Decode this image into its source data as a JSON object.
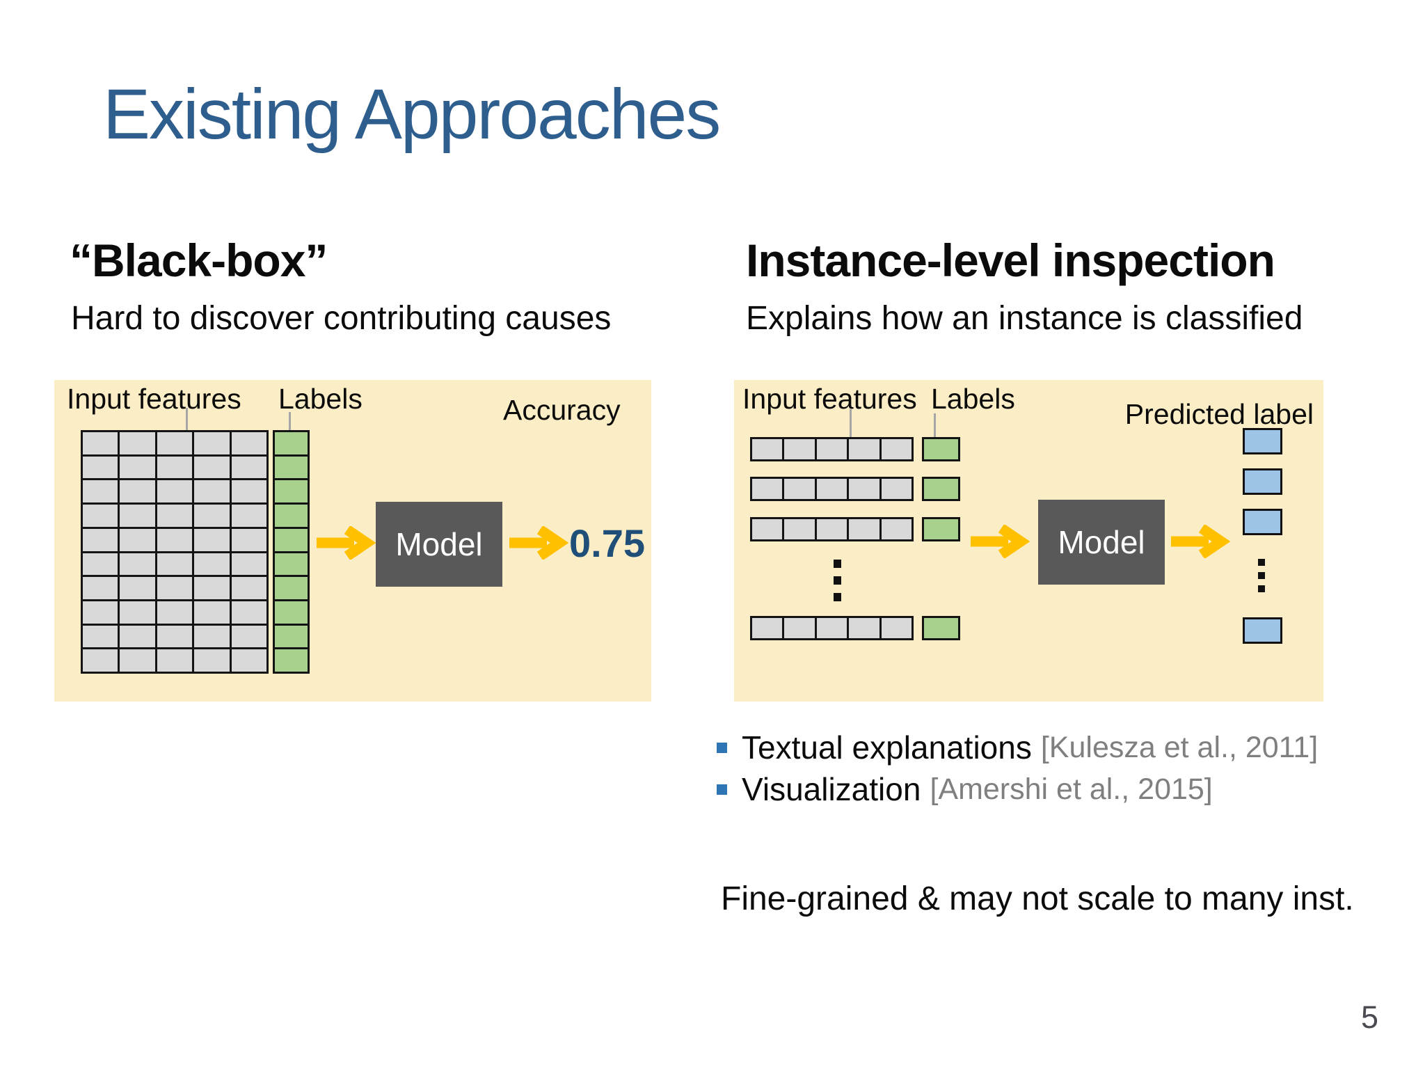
{
  "slide": {
    "title": "Existing Approaches",
    "page_number": "5"
  },
  "colors": {
    "title_blue": "#2E5E8E",
    "panel_bg": "#FBEEC6",
    "cell_gray": "#D9D9D9",
    "cell_green": "#A9D18E",
    "cell_blue": "#9DC3E6",
    "model_gray": "#595959",
    "arrow_gold": "#FFC000",
    "accuracy_blue": "#1F4E79",
    "bullet_blue": "#2E75B6",
    "cite_gray": "#7F7F7F",
    "connector_gray": "#A6A6A6",
    "page_gray": "#4A4A52"
  },
  "left": {
    "heading": "“Black-box”",
    "subtitle": "Hard to discover contributing causes",
    "diagram": {
      "input_features_label": "Input features",
      "labels_label": "Labels",
      "accuracy_label": "Accuracy",
      "model_label": "Model",
      "accuracy_value": "0.75",
      "matrix_rows": 10,
      "matrix_cols": 5
    }
  },
  "right": {
    "heading": "Instance-level inspection",
    "subtitle": "Explains how an instance is classified",
    "diagram": {
      "input_features_label": "Input features",
      "labels_label": "Labels",
      "predicted_label": "Predicted label",
      "model_label": "Model",
      "instance_rows_shown": 3,
      "instance_rows_after_ellipsis": 1,
      "feature_cols": 5,
      "predicted_boxes_shown": 3,
      "predicted_boxes_after_ellipsis": 1
    },
    "bullets": [
      {
        "text": "Textual explanations",
        "citation": "[Kulesza et al., 2011]"
      },
      {
        "text": "Visualization",
        "citation": "[Amershi et al., 2015]"
      }
    ],
    "note": "Fine-grained & may not scale to many inst."
  }
}
